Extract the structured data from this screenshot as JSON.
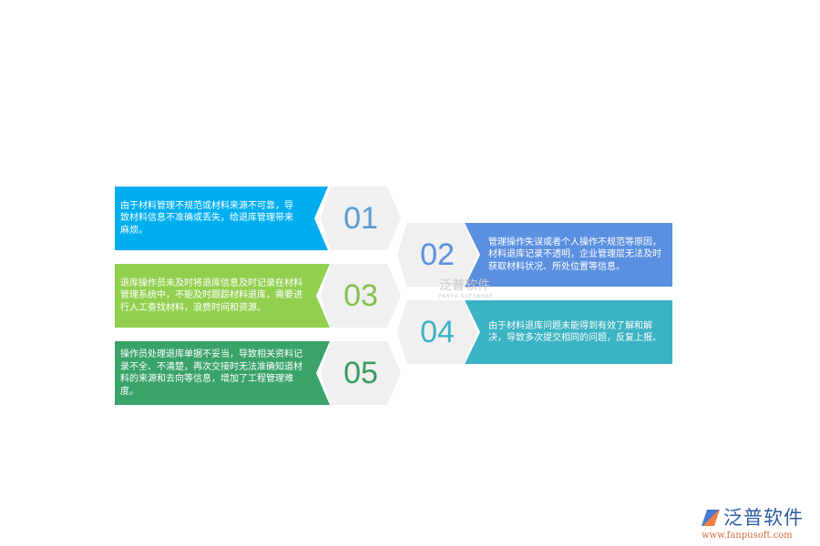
{
  "items": [
    {
      "num": "01",
      "text": "由于材料管理不规范或材料来源不可靠，导致材料信息不准确或丢失，给退库管理带来麻烦。",
      "color": "#00aeef",
      "num_color": "#5b9bd0"
    },
    {
      "num": "02",
      "text": "管理操作失误或者个人操作不规范等原因，材料退库记录不透明，企业管理层无法及时获取材料状况、所处位置等信息。",
      "color": "#5b8fe0",
      "num_color": "#5b8fe0"
    },
    {
      "num": "03",
      "text": "退库操作员未及时将退库信息及时记录在材料管理系统中，不能及时跟踪材料退库，需要进行人工查找材料，浪费时间和资源。",
      "color": "#92d050",
      "num_color": "#86c04a"
    },
    {
      "num": "04",
      "text": "由于材料退库问题未能得到有效了解和解决，导致多次提交相同的问题，反复上报。",
      "color": "#3bb3c3",
      "num_color": "#3bb3c3"
    },
    {
      "num": "05",
      "text": "操作员处理退库单据不妥当，导致相关资料记录不全、不清楚，再次交接时无法准确知道材料的来源和去向等信息，增加了工程管理难度。",
      "color": "#3aa36a",
      "num_color": "#3a9a60"
    }
  ],
  "watermark": {
    "name": "泛普软件",
    "sub": "FANPU SOFTWARE"
  },
  "logo": {
    "name": "泛普软件",
    "url": "www.fanpusoft.com"
  }
}
